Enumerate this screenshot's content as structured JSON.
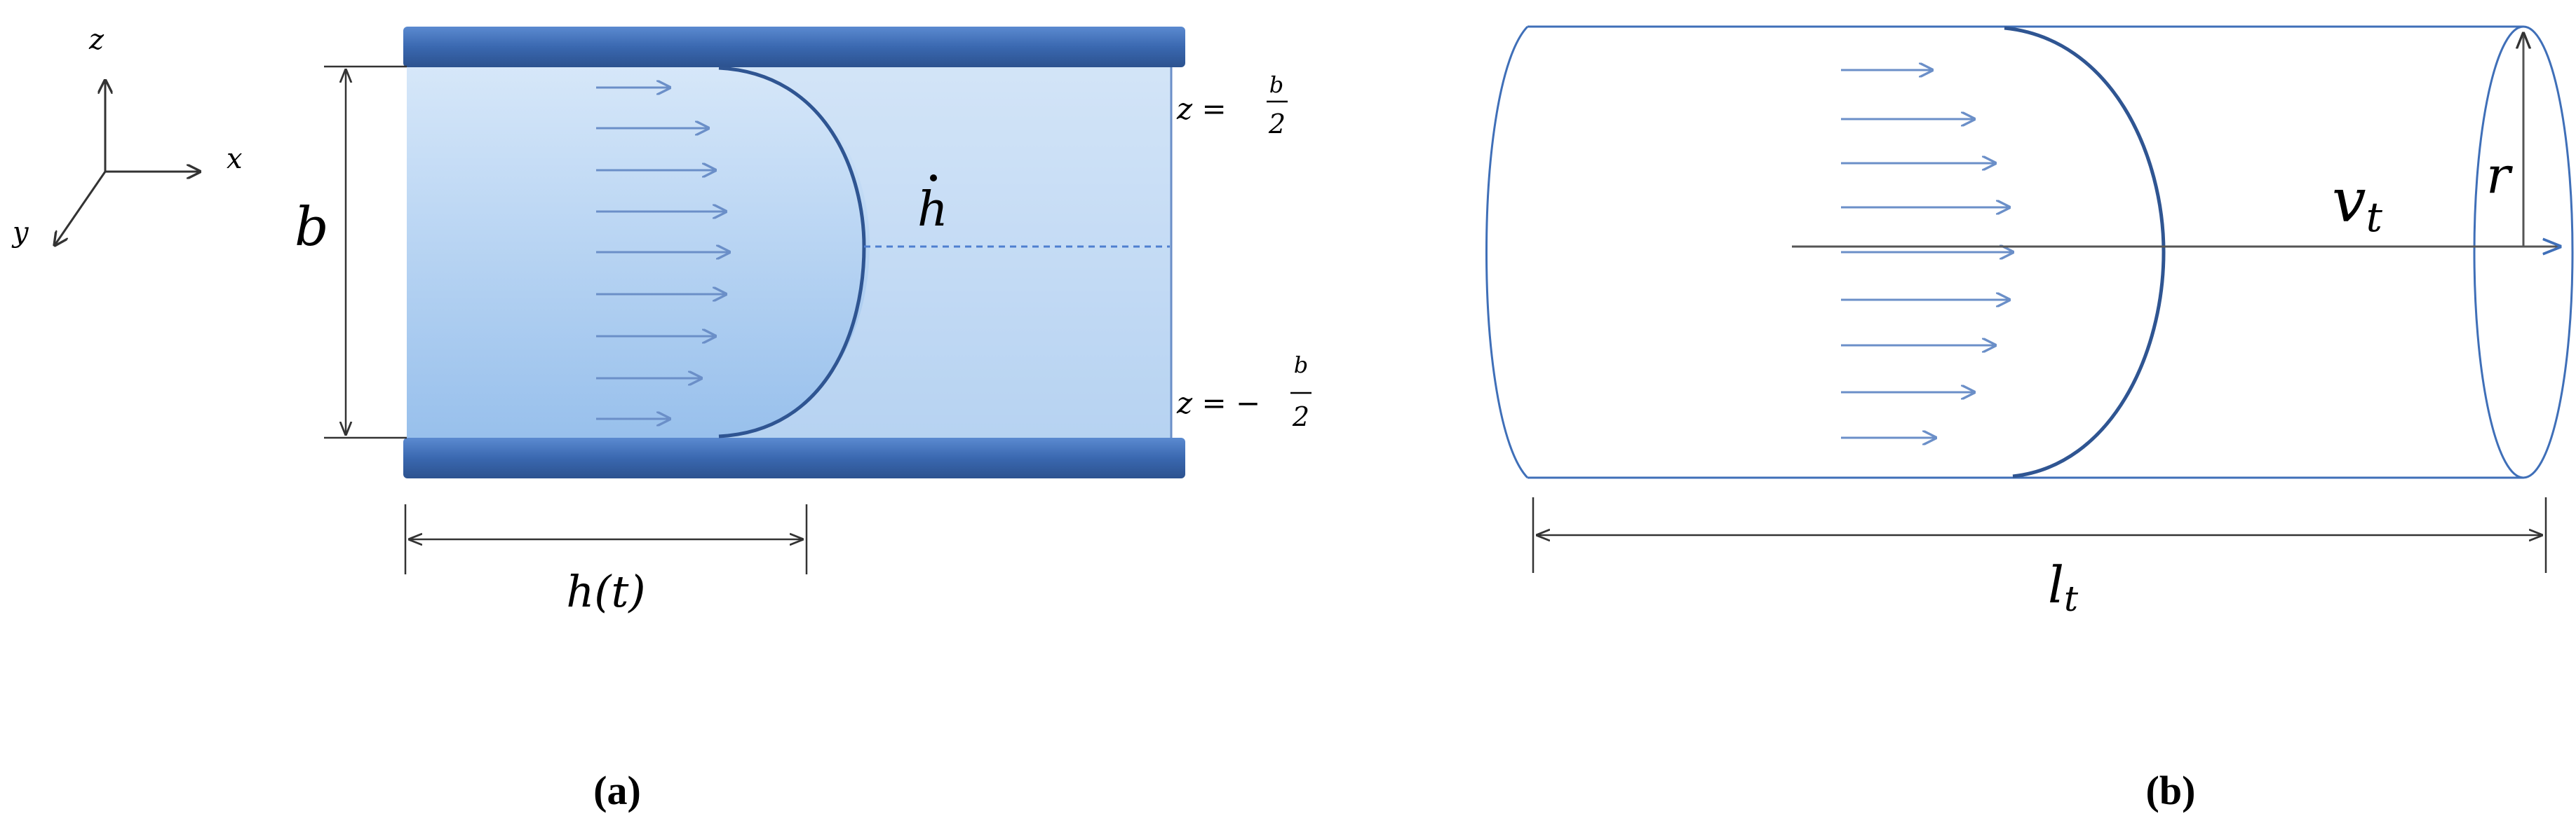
{
  "panel_a": {
    "axes": {
      "x": "x",
      "y": "y",
      "z": "z"
    },
    "height_label": "b",
    "meniscus_label": "h",
    "top_wall": {
      "prefix": "z = ",
      "num": "b",
      "den": "2"
    },
    "bottom_wall": {
      "prefix": "z = −",
      "num": "b",
      "den": "2"
    },
    "length_label": "h(t)",
    "caption": "(a)"
  },
  "panel_b": {
    "velocity_label": "v",
    "velocity_sub": "t",
    "radius_label": "r",
    "length_label": "l",
    "length_sub": "t",
    "caption": "(b)"
  },
  "colors": {
    "wall": "#3f6fb8",
    "fluid_top": "#d2e4f8",
    "fluid_bottom": "#9cc3ee",
    "arrow": "#6b8fc8",
    "meniscus": "#2f5592",
    "dimension": "#333333"
  }
}
